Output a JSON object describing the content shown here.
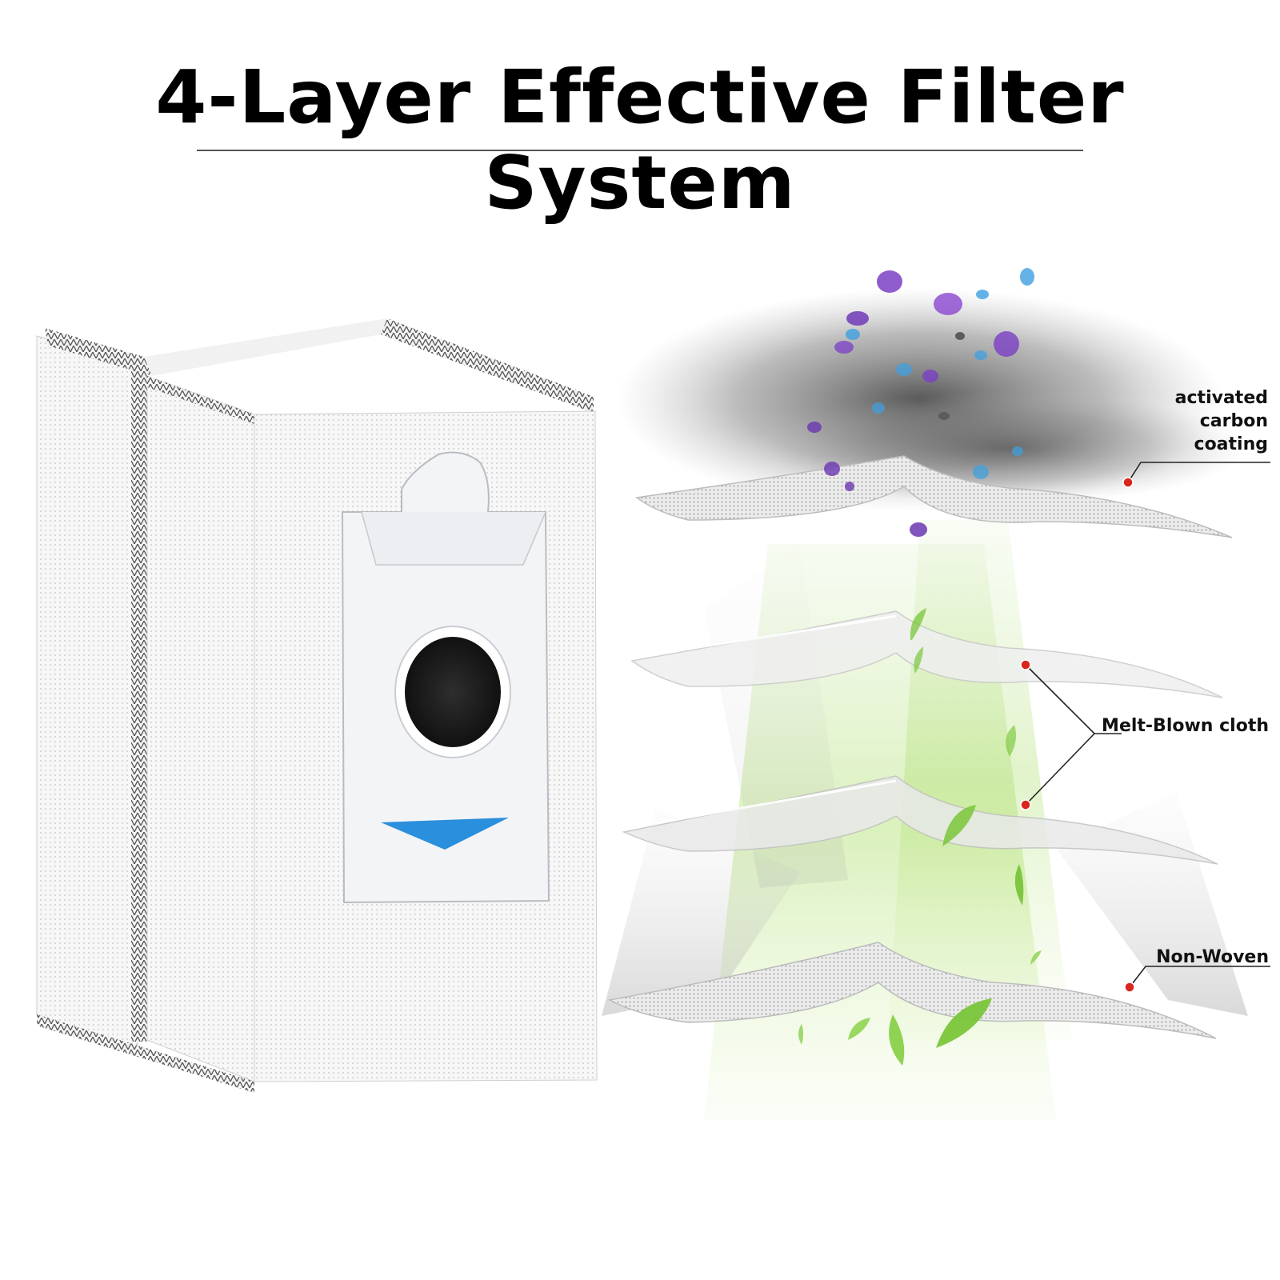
{
  "title": "4-Layer Effective Filter System",
  "layers": {
    "carbon": "activated carbon coating",
    "carbon_lines": [
      "activated",
      "carbon",
      "coating"
    ],
    "meltblown": "Melt-Blown cloth",
    "nonwoven": "Non-Woven"
  },
  "colors": {
    "marker": "#d9261c",
    "arrow": "#2a8fdc",
    "leaf": "#7ac63a",
    "particle_purple": "#7a3fc4",
    "particle_blue": "#3fa0e0"
  },
  "icons": {
    "product": "filter-bag-icon",
    "leaves": "leaf-icon",
    "particles": "dust-particle-icon"
  }
}
